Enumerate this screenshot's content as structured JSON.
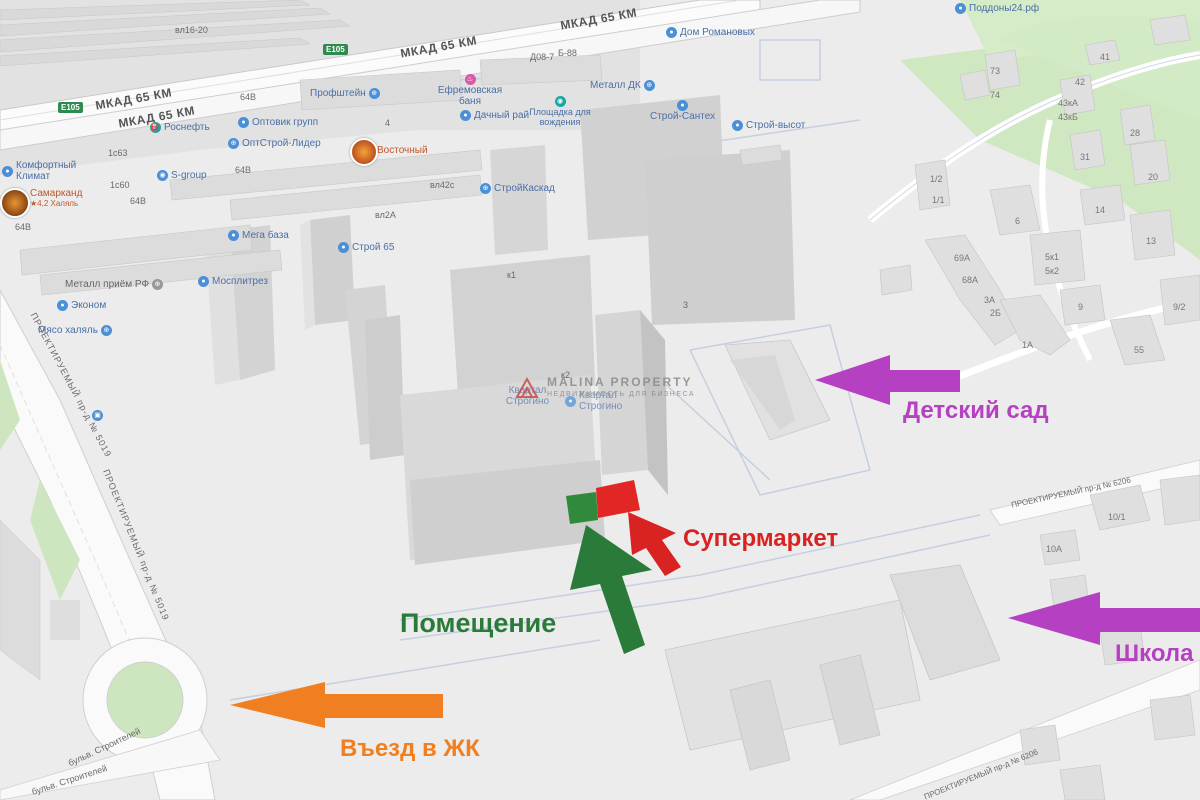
{
  "roads": {
    "mkad_1": "МКАД 65 КМ",
    "mkad_2": "МКАД 65 КМ",
    "mkad_3": "МКАД 65 КМ",
    "mkad_4": "МКАД 65 КМ",
    "e105_a": "E105",
    "e105_b": "E105",
    "proj_5019_a": "ПРОЕКТИРУЕМЫЙ пр-д № 5019",
    "proj_5019_b": "ПРОЕКТИРУЕМЫЙ пр-д № 5019",
    "proj_6206_a": "ПРОЕКТИРУЕМЫЙ пр-д № 6206",
    "proj_6206_b": "ПРОЕКТИРУЕМЫЙ пр-д № 6206",
    "bulv_a": "бульв. Строителей",
    "bulv_b": "бульв. Строителей"
  },
  "pois": {
    "podony": "Поддоны24.рф",
    "dom_romanovs": "Дом Романовых",
    "profshtein": "Профштейн",
    "efremovskaya": "Ефремовская баня",
    "metall_dk": "Металл ДК",
    "dachny_rai": "Дачный рай",
    "ploshchadka": "Площадка для вождения",
    "stroi_santeh": "Строй-Сантех",
    "stroi_vysot": "Строй-высот",
    "rosneft": "Роснефть",
    "optovik": "Оптовик групп",
    "optstroi": "ОптСтрой-Лидер",
    "vostochny": "Восточный",
    "komfort": "Комфортный Климат",
    "s_group": "S-group",
    "samarkand": "Самарканд",
    "samarkand_sub": "★4,2 Халяль",
    "stroikaskad": "СтройКаскад",
    "mega_baza": "Мега база",
    "stroi65": "Строй 65",
    "metall_priem": "Металл приём РФ",
    "mosplitrez": "Мосплитрез",
    "ekonom": "Эконом",
    "myaso_halyal": "Мясо халяль",
    "kvartal_1": "Квартал Строгино",
    "kvartal_2": "Квартал Строгино"
  },
  "labels": {
    "vl16_20": "вл16-20",
    "d08_7": "Д08-7",
    "b88": "Б-88",
    "n64b_1": "64В",
    "n64b_2": "64В",
    "n64b_3": "64В",
    "n64b_4": "64В",
    "n1c63": "1с63",
    "n1c60": "1с60",
    "vl42c": "вл42с",
    "vl2a": "вл2А",
    "k1": "к1",
    "k2": "к2",
    "n3": "3",
    "n4": "4"
  },
  "houses": [
    "73",
    "74",
    "41",
    "42",
    "43кА",
    "43кБ",
    "28",
    "31",
    "20",
    "1/2",
    "1/1",
    "6",
    "14",
    "13",
    "5к1",
    "5к2",
    "69А",
    "68А",
    "3А",
    "2Б",
    "1А",
    "9",
    "9/2",
    "55",
    "10/1",
    "10А"
  ],
  "logo": {
    "name": "MALINA PROPERTY",
    "tagline": "НЕДВИЖИМОСТЬ ДЛЯ БИЗНЕСА"
  },
  "annotations": {
    "kindergarten": "Детский сад",
    "supermarket": "Супермаркет",
    "premises": "Помещение",
    "school": "Школа",
    "entrance": "Въезд в ЖК"
  },
  "colors": {
    "kindergarten": "#b640c2",
    "supermarket": "#d92323",
    "premises": "#2a7a3a",
    "school": "#b640c2",
    "entrance": "#f07f22",
    "premises_fill": "#2f8a3c",
    "supermarket_fill": "#e22626"
  }
}
